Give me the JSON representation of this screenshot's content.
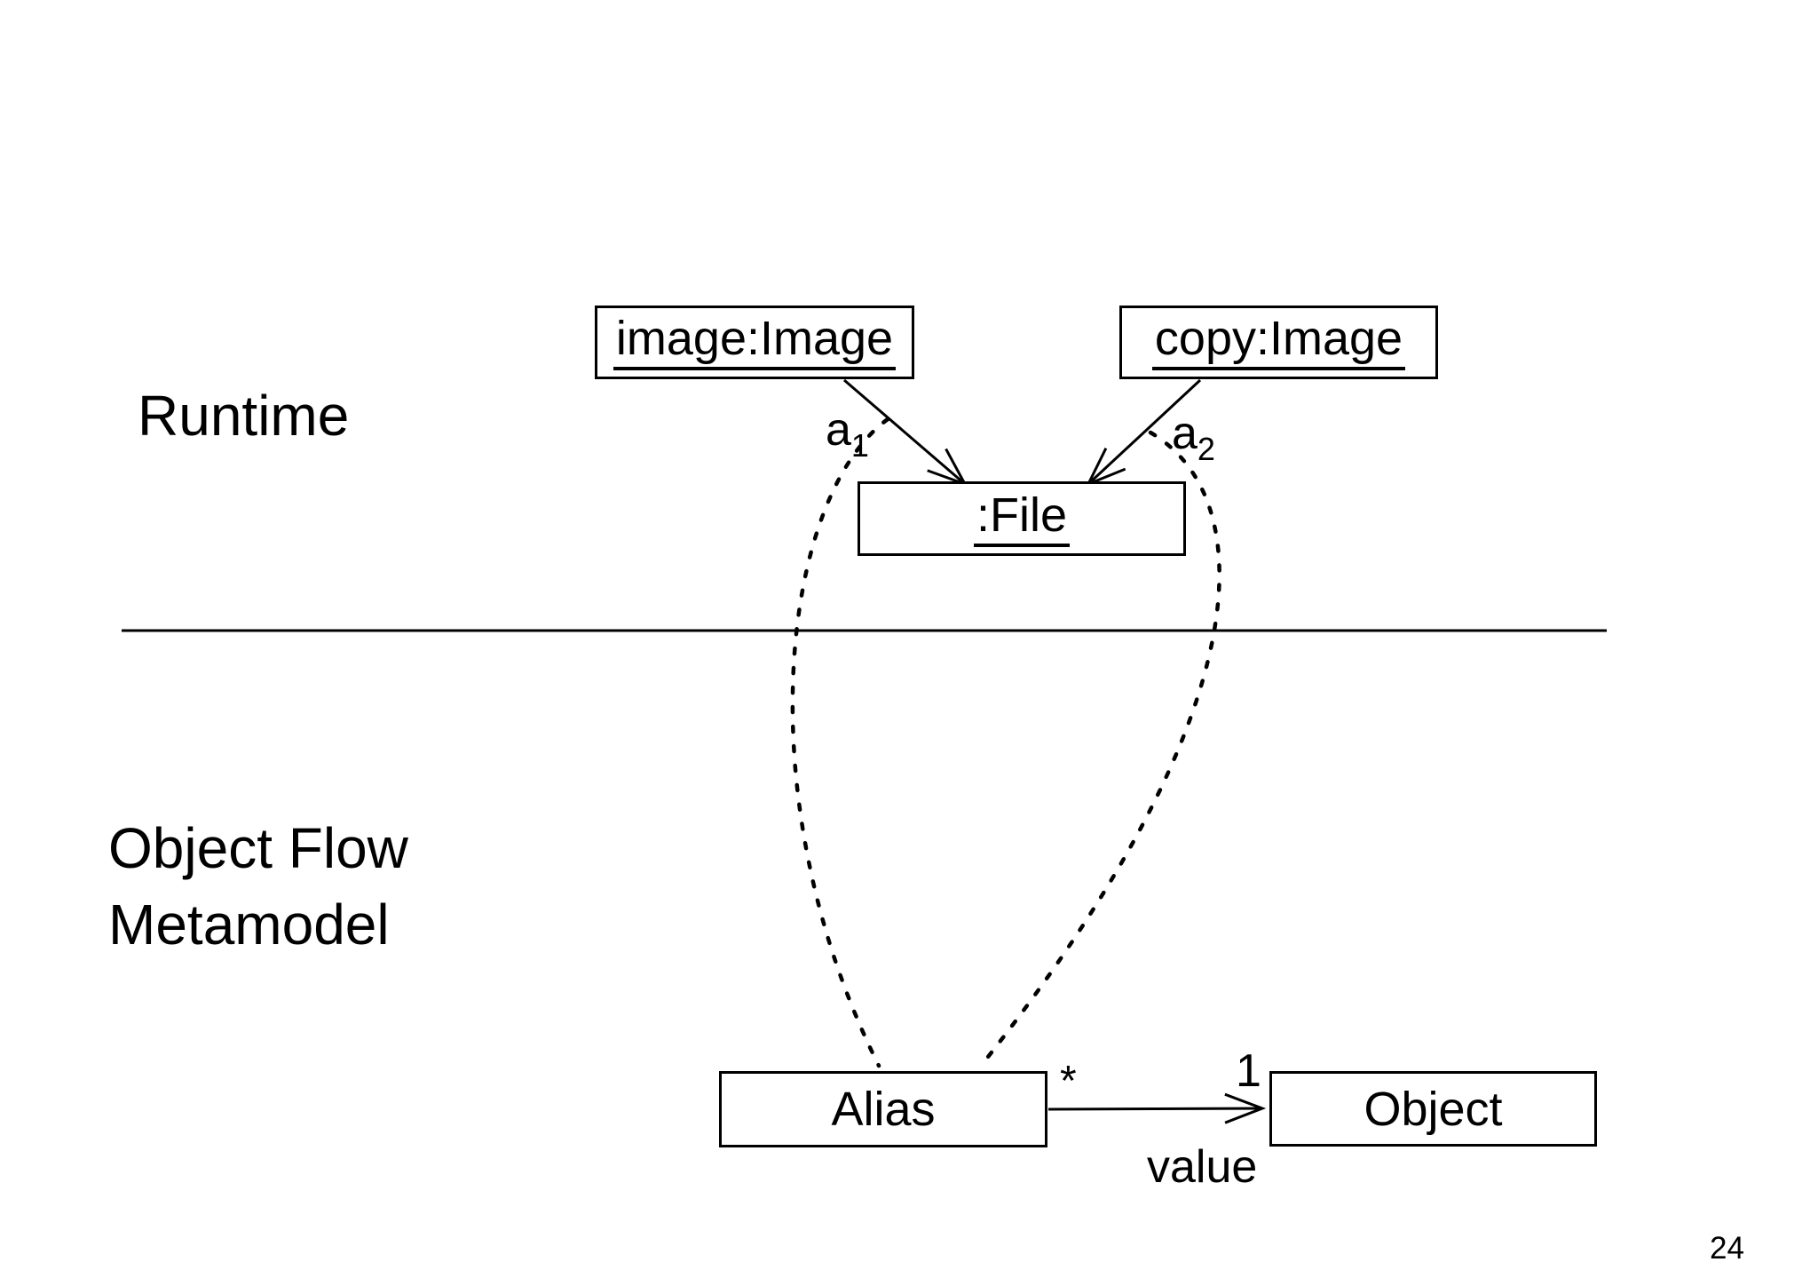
{
  "page": {
    "number": "24"
  },
  "colors": {
    "background": "#ffffff",
    "ink": "#000000"
  },
  "section_labels": {
    "runtime": "Runtime",
    "metamodel_line1": "Object Flow",
    "metamodel_line2": "Metamodel"
  },
  "runtime_layer": {
    "image_instance_box": "image:Image",
    "copy_instance_box": "copy:Image",
    "file_instance_box": ":File",
    "alias_link_1": {
      "base": "a",
      "sub": "1"
    },
    "alias_link_2": {
      "base": "a",
      "sub": "2"
    }
  },
  "metamodel_layer": {
    "alias_class_box": "Alias",
    "object_class_box": "Object",
    "association": {
      "source_multiplicity": "*",
      "target_multiplicity": "1",
      "name": "value"
    }
  }
}
